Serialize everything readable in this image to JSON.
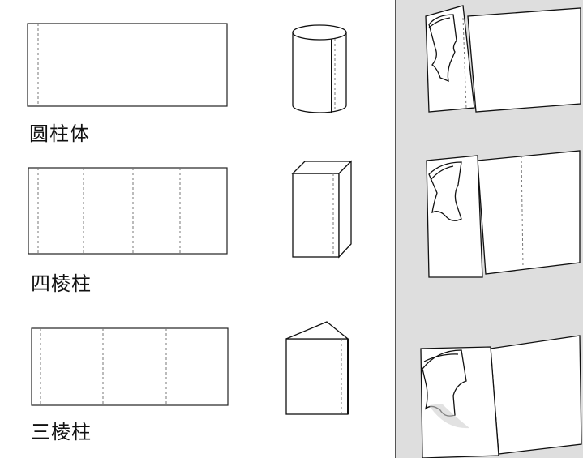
{
  "labels": {
    "cylinder": "圆柱体",
    "square_prism": "四棱柱",
    "triangular_prism": "三棱柱"
  },
  "colors": {
    "background": "#e0e0e0",
    "panel": "#ffffff",
    "line": "#111111",
    "fold_line": "#777777"
  }
}
